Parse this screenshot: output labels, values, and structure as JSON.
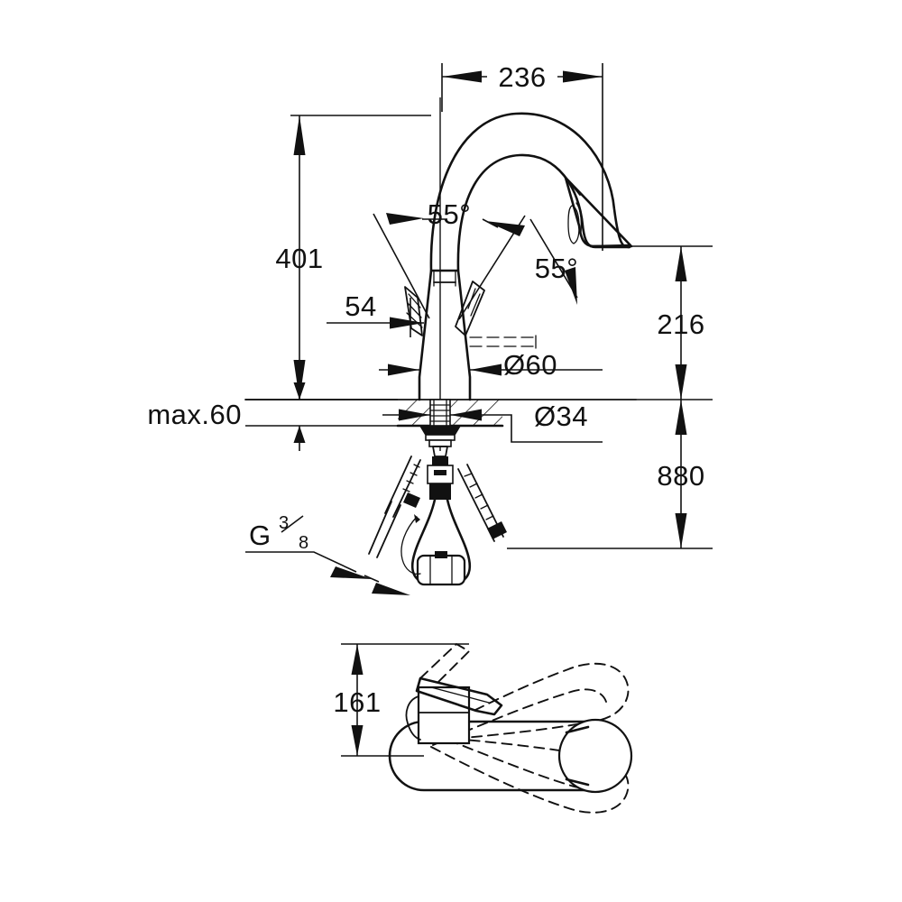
{
  "drawing": {
    "title": "Kitchen mixer tap dimensional drawing",
    "units": "mm",
    "views": [
      {
        "name": "front-elevation",
        "label": ""
      },
      {
        "name": "plan-view",
        "label": ""
      }
    ]
  },
  "dimensions": {
    "spout_reach": "236",
    "overall_height": "401",
    "lever_clearance": "54",
    "countertop_thickness": "max.60",
    "spout_outlet_height": "216",
    "supply_length": "880",
    "base_diameter": "Ø60",
    "hole_diameter": "Ø34",
    "plan_height": "161",
    "angle_left": "55°",
    "angle_right": "55°"
  },
  "connection": {
    "thread_prefix": "G",
    "thread_numerator": "3",
    "thread_denominator": "8",
    "thread_full": "G 3/8"
  },
  "colors": {
    "line": "#111111",
    "background": "#ffffff"
  }
}
